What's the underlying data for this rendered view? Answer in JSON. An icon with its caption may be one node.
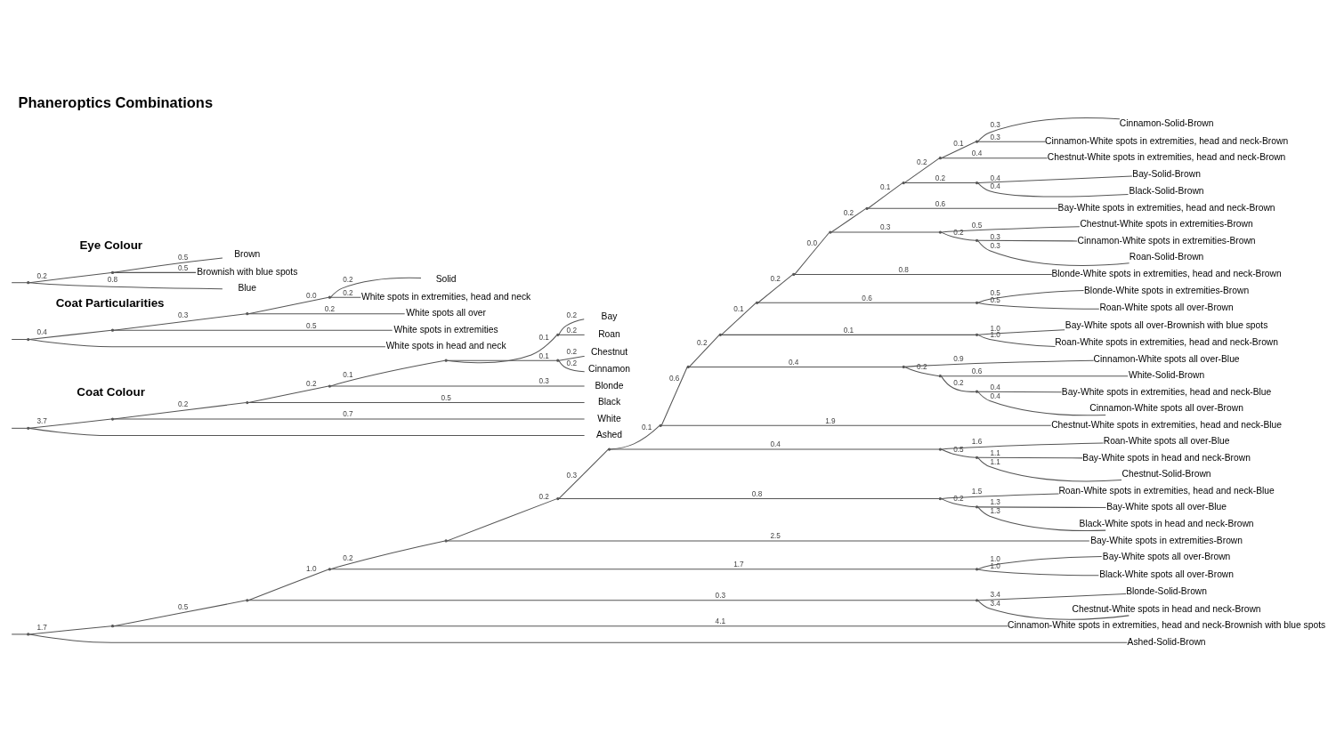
{
  "diagram": {
    "title": "Phaneroptics Combinations",
    "nodes": [
      {
        "text": [],
        "shape": "point"
      },
      {
        "text": [],
        "shape": "point"
      },
      {
        "text": [],
        "shape": "point"
      },
      {
        "text": [],
        "shape": "point"
      },
      {
        "text": [],
        "shape": "point"
      },
      {
        "text": [],
        "shape": "point"
      },
      {
        "text": [],
        "shape": "point"
      },
      {
        "text": [],
        "shape": "point"
      },
      {
        "text": [],
        "shape": "point"
      },
      {
        "text": [],
        "shape": "point"
      },
      {
        "text": [],
        "shape": "point"
      },
      {
        "text": [],
        "shape": "point"
      },
      {
        "text": [],
        "shape": "point"
      },
      {
        "text": [],
        "shape": "point"
      },
      {
        "text": [],
        "shape": "point"
      },
      {
        "text": [],
        "shape": "point"
      },
      {
        "text": [],
        "shape": "point"
      },
      {
        "text": [
          "Cinnamon-Solid-Brown"
        ]
      },
      {
        "text": [
          "Cinnamon-White spots in extremities, head and neck-Brown"
        ]
      },
      {
        "text": [
          "Chestnut-White spots in extremities, head and neck-Brown"
        ]
      },
      {
        "text": [],
        "shape": "point"
      },
      {
        "text": [
          "Bay-Solid-Brown"
        ]
      },
      {
        "text": [
          "Black-Solid-Brown"
        ]
      },
      {
        "text": [
          "Bay-White spots in extremities, head and neck-Brown"
        ]
      },
      {
        "text": [],
        "shape": "point"
      },
      {
        "text": [
          "Chestnut-White spots in extremities-Brown"
        ]
      },
      {
        "text": [],
        "shape": "point"
      },
      {
        "text": [
          "Cinnamon-White spots in extremities-Brown"
        ]
      },
      {
        "text": [
          "Roan-Solid-Brown"
        ]
      },
      {
        "text": [
          "Blonde-White spots in extremities, head and neck-Brown"
        ]
      },
      {
        "text": [],
        "shape": "point"
      },
      {
        "text": [
          "Blonde-White spots in extremities-Brown"
        ]
      },
      {
        "text": [
          "Roan-White spots all over-Brown"
        ]
      },
      {
        "text": [],
        "shape": "point"
      },
      {
        "text": [
          "Bay-White spots all over-Brownish with blue spots"
        ]
      },
      {
        "text": [
          "Roan-White spots in extremities, head and neck-Brown"
        ]
      },
      {
        "text": [],
        "shape": "point"
      },
      {
        "text": [
          "Cinnamon-White spots all over-Blue"
        ]
      },
      {
        "text": [],
        "shape": "point"
      },
      {
        "text": [
          "White-Solid-Brown"
        ]
      },
      {
        "text": [],
        "shape": "point"
      },
      {
        "text": [
          "Bay-White spots in extremities, head and neck-Blue"
        ]
      },
      {
        "text": [
          "Cinnamon-White spots all over-Brown"
        ]
      },
      {
        "text": [
          "Chestnut-White spots in extremities, head and neck-Blue"
        ]
      },
      {
        "text": [],
        "shape": "point"
      },
      {
        "text": [
          "Roan-White spots all over-Blue"
        ]
      },
      {
        "text": [],
        "shape": "point"
      },
      {
        "text": [
          "Bay-White spots in head and neck-Brown"
        ]
      },
      {
        "text": [
          "Chestnut-Solid-Brown"
        ]
      },
      {
        "text": [],
        "shape": "point"
      },
      {
        "text": [
          "Roan-White spots in extremities, head and neck-Blue"
        ]
      },
      {
        "text": [],
        "shape": "point"
      },
      {
        "text": [
          "Bay-White spots all over-Blue"
        ]
      },
      {
        "text": [
          "Black-White spots in head and neck-Brown"
        ]
      },
      {
        "text": [
          "Bay-White spots in extremities-Brown"
        ]
      },
      {
        "text": [],
        "shape": "point"
      },
      {
        "text": [
          "Bay-White spots all over-Brown"
        ]
      },
      {
        "text": [
          "Black-White spots all over-Brown"
        ]
      },
      {
        "text": [],
        "shape": "point"
      },
      {
        "text": [
          "Blonde-Solid-Brown"
        ]
      },
      {
        "text": [
          "Chestnut-White spots in head and neck-Brown"
        ]
      },
      {
        "text": [
          "Cinnamon-White spots in extremities, head and neck-Brownish with blue spots"
        ]
      },
      {
        "text": [
          "Ashed-Solid-Brown"
        ]
      },
      {
        "text": [],
        "shape": "point"
      },
      {
        "text": [],
        "shape": "point"
      },
      {
        "text": [],
        "shape": "point"
      },
      {
        "text": [],
        "shape": "point"
      },
      {
        "text": [],
        "shape": "point"
      },
      {
        "text": [],
        "shape": "point"
      },
      {
        "text": [
          "Bay"
        ]
      },
      {
        "text": [
          "Roan"
        ]
      },
      {
        "text": [],
        "shape": "point"
      },
      {
        "text": [
          "Chestnut"
        ]
      },
      {
        "text": [
          "Cinnamon"
        ]
      },
      {
        "text": [
          "Blonde"
        ]
      },
      {
        "text": [
          "Black"
        ]
      },
      {
        "text": [
          "White"
        ]
      },
      {
        "text": [
          "Ashed"
        ]
      },
      {
        "text": [],
        "shape": "point"
      },
      {
        "text": [],
        "shape": "point"
      },
      {
        "text": [],
        "shape": "point"
      },
      {
        "text": [],
        "shape": "point"
      },
      {
        "text": [
          "Solid"
        ]
      },
      {
        "text": [
          "White spots in extremities, head and neck"
        ]
      },
      {
        "text": [
          "White spots all over"
        ]
      },
      {
        "text": [
          "White spots in extremities"
        ]
      },
      {
        "text": [
          "White spots in head and neck"
        ]
      },
      {
        "text": [],
        "shape": "point"
      },
      {
        "text": [],
        "shape": "point"
      },
      {
        "text": [
          "Brown"
        ]
      },
      {
        "text": [
          "Brownish with blue spots"
        ]
      },
      {
        "text": [
          "Blue"
        ]
      }
    ],
    "edges": [
      {
        "from": null,
        "to": 0,
        "arrow": "none"
      },
      {
        "from": 0,
        "to": 1,
        "arrow": "none",
        "label": "1.7"
      },
      {
        "from": 1,
        "to": 2,
        "arrow": "none",
        "label": "0.5"
      },
      {
        "from": 2,
        "to": 3,
        "arrow": "none",
        "label": "1.0"
      },
      {
        "from": 3,
        "to": 4,
        "arrow": "none",
        "label": "0.2"
      },
      {
        "from": 4,
        "to": 5,
        "arrow": "none",
        "label": "0.2"
      },
      {
        "from": 5,
        "to": 6,
        "arrow": "none",
        "label": "0.3"
      },
      {
        "from": 6,
        "to": 7,
        "arrow": "none",
        "label": "0.1"
      },
      {
        "from": 7,
        "to": 8,
        "arrow": "none",
        "label": "0.6"
      },
      {
        "from": 8,
        "to": 9,
        "arrow": "none",
        "label": "0.2"
      },
      {
        "from": 9,
        "to": 10,
        "arrow": "none",
        "label": "0.1"
      },
      {
        "from": 10,
        "to": 11,
        "arrow": "none",
        "label": "0.2"
      },
      {
        "from": 11,
        "to": 12,
        "arrow": "none",
        "label": "0.0"
      },
      {
        "from": 12,
        "to": 13,
        "arrow": "none",
        "label": "0.2"
      },
      {
        "from": 13,
        "to": 14,
        "arrow": "none",
        "label": "0.1"
      },
      {
        "from": 14,
        "to": 15,
        "arrow": "none",
        "label": "0.2"
      },
      {
        "from": 15,
        "to": 16,
        "arrow": "none",
        "label": "0.1"
      },
      {
        "from": 16,
        "to": 17,
        "arrow": "none",
        "label": "0.3"
      },
      {
        "from": 16,
        "to": 18,
        "arrow": "none",
        "label": "0.3"
      },
      {
        "from": 15,
        "to": 19,
        "arrow": "none",
        "label": "0.4"
      },
      {
        "from": 14,
        "to": 20,
        "arrow": "none",
        "label": "0.2"
      },
      {
        "from": 20,
        "to": 21,
        "arrow": "none",
        "label": "0.4"
      },
      {
        "from": 20,
        "to": 22,
        "arrow": "none",
        "label": "0.4"
      },
      {
        "from": 13,
        "to": 23,
        "arrow": "none",
        "label": "0.6"
      },
      {
        "from": 12,
        "to": 24,
        "arrow": "none",
        "label": "0.3"
      },
      {
        "from": 24,
        "to": 25,
        "arrow": "none",
        "label": "0.5"
      },
      {
        "from": 24,
        "to": 26,
        "arrow": "none",
        "label": "0.2"
      },
      {
        "from": 26,
        "to": 27,
        "arrow": "none",
        "label": "0.3"
      },
      {
        "from": 26,
        "to": 28,
        "arrow": "none",
        "label": "0.3"
      },
      {
        "from": 11,
        "to": 29,
        "arrow": "none",
        "label": "0.8"
      },
      {
        "from": 10,
        "to": 30,
        "arrow": "none",
        "label": "0.6"
      },
      {
        "from": 30,
        "to": 31,
        "arrow": "none",
        "label": "0.5"
      },
      {
        "from": 30,
        "to": 32,
        "arrow": "none",
        "label": "0.5"
      },
      {
        "from": 9,
        "to": 33,
        "arrow": "none",
        "label": "0.1"
      },
      {
        "from": 33,
        "to": 34,
        "arrow": "none",
        "label": "1.0"
      },
      {
        "from": 33,
        "to": 35,
        "arrow": "none",
        "label": "1.0"
      },
      {
        "from": 8,
        "to": 36,
        "arrow": "none",
        "label": "0.4"
      },
      {
        "from": 36,
        "to": 37,
        "arrow": "none",
        "label": "0.9"
      },
      {
        "from": 36,
        "to": 38,
        "arrow": "none",
        "label": "0.2"
      },
      {
        "from": 38,
        "to": 39,
        "arrow": "none",
        "label": "0.6"
      },
      {
        "from": 38,
        "to": 40,
        "arrow": "none",
        "label": "0.2"
      },
      {
        "from": 40,
        "to": 41,
        "arrow": "none",
        "label": "0.4"
      },
      {
        "from": 40,
        "to": 42,
        "arrow": "none",
        "label": "0.4"
      },
      {
        "from": 7,
        "to": 43,
        "arrow": "none",
        "label": "1.9"
      },
      {
        "from": 6,
        "to": 44,
        "arrow": "none",
        "label": "0.4"
      },
      {
        "from": 44,
        "to": 45,
        "arrow": "none",
        "label": "1.6"
      },
      {
        "from": 44,
        "to": 46,
        "arrow": "none",
        "label": "0.5"
      },
      {
        "from": 46,
        "to": 47,
        "arrow": "none",
        "label": "1.1"
      },
      {
        "from": 46,
        "to": 48,
        "arrow": "none",
        "label": "1.1"
      },
      {
        "from": 5,
        "to": 49,
        "arrow": "none",
        "label": "0.8"
      },
      {
        "from": 49,
        "to": 50,
        "arrow": "none",
        "label": "1.5"
      },
      {
        "from": 49,
        "to": 51,
        "arrow": "none",
        "label": "0.2"
      },
      {
        "from": 51,
        "to": 52,
        "arrow": "none",
        "label": "1.3"
      },
      {
        "from": 51,
        "to": 53,
        "arrow": "none",
        "label": "1.3"
      },
      {
        "from": 4,
        "to": 54,
        "arrow": "none",
        "label": "2.5"
      },
      {
        "from": 3,
        "to": 55,
        "arrow": "none",
        "label": "1.7"
      },
      {
        "from": 55,
        "to": 56,
        "arrow": "none",
        "label": "1.0"
      },
      {
        "from": 55,
        "to": 57,
        "arrow": "none",
        "label": "1.0"
      },
      {
        "from": 2,
        "to": 58,
        "arrow": "none",
        "label": "0.3"
      },
      {
        "from": 58,
        "to": 59,
        "arrow": "none",
        "label": "3.4"
      },
      {
        "from": 58,
        "to": 60,
        "arrow": "none",
        "label": "3.4"
      },
      {
        "from": 1,
        "to": 61,
        "arrow": "none",
        "label": "4.1"
      },
      {
        "from": 0,
        "to": 62,
        "arrow": "none"
      },
      {
        "from": null,
        "to": 63,
        "arrow": "none"
      },
      {
        "from": 63,
        "to": 64,
        "arrow": "none",
        "label": "3.7"
      },
      {
        "from": 64,
        "to": 65,
        "arrow": "none",
        "label": "0.2"
      },
      {
        "from": 65,
        "to": 66,
        "arrow": "none",
        "label": "0.2"
      },
      {
        "from": 66,
        "to": 67,
        "arrow": "none",
        "label": "0.1"
      },
      {
        "from": 67,
        "to": 68,
        "arrow": "none",
        "label": "0.1"
      },
      {
        "from": 68,
        "to": 69,
        "arrow": "none",
        "label": "0.2"
      },
      {
        "from": 68,
        "to": 70,
        "arrow": "none",
        "label": "0.2"
      },
      {
        "from": 67,
        "to": 71,
        "arrow": "none",
        "label": "0.1"
      },
      {
        "from": 71,
        "to": 72,
        "arrow": "none",
        "label": "0.2"
      },
      {
        "from": 71,
        "to": 73,
        "arrow": "none",
        "label": "0.2"
      },
      {
        "from": 66,
        "to": 74,
        "arrow": "none",
        "label": "0.3"
      },
      {
        "from": 65,
        "to": 75,
        "arrow": "none",
        "label": "0.5"
      },
      {
        "from": 64,
        "to": 76,
        "arrow": "none",
        "label": "0.7"
      },
      {
        "from": 63,
        "to": 77,
        "arrow": "none"
      },
      {
        "from": null,
        "to": 78,
        "arrow": "none"
      },
      {
        "from": 78,
        "to": 79,
        "arrow": "none",
        "label": "0.4"
      },
      {
        "from": 79,
        "to": 80,
        "arrow": "none",
        "label": "0.3"
      },
      {
        "from": 80,
        "to": 81,
        "arrow": "none",
        "label": "0.0"
      },
      {
        "from": 81,
        "to": 82,
        "arrow": "none",
        "label": "0.2"
      },
      {
        "from": 81,
        "to": 83,
        "arrow": "none",
        "label": "0.2"
      },
      {
        "from": 80,
        "to": 84,
        "arrow": "none",
        "label": "0.2"
      },
      {
        "from": 79,
        "to": 85,
        "arrow": "none",
        "label": "0.5"
      },
      {
        "from": 78,
        "to": 86,
        "arrow": "none"
      },
      {
        "from": null,
        "to": 87,
        "arrow": "none"
      },
      {
        "from": 87,
        "to": 88,
        "arrow": "none",
        "label": "0.2"
      },
      {
        "from": 88,
        "to": 89,
        "arrow": "none",
        "label": "0.5"
      },
      {
        "from": 88,
        "to": 90,
        "arrow": "none",
        "label": "0.5"
      },
      {
        "from": 87,
        "to": 91,
        "arrow": "none",
        "label": "0.8"
      }
    ],
    "labels": [
      "Coat Colour",
      "Coat Particularities",
      "Eye Colour"
    ]
  }
}
